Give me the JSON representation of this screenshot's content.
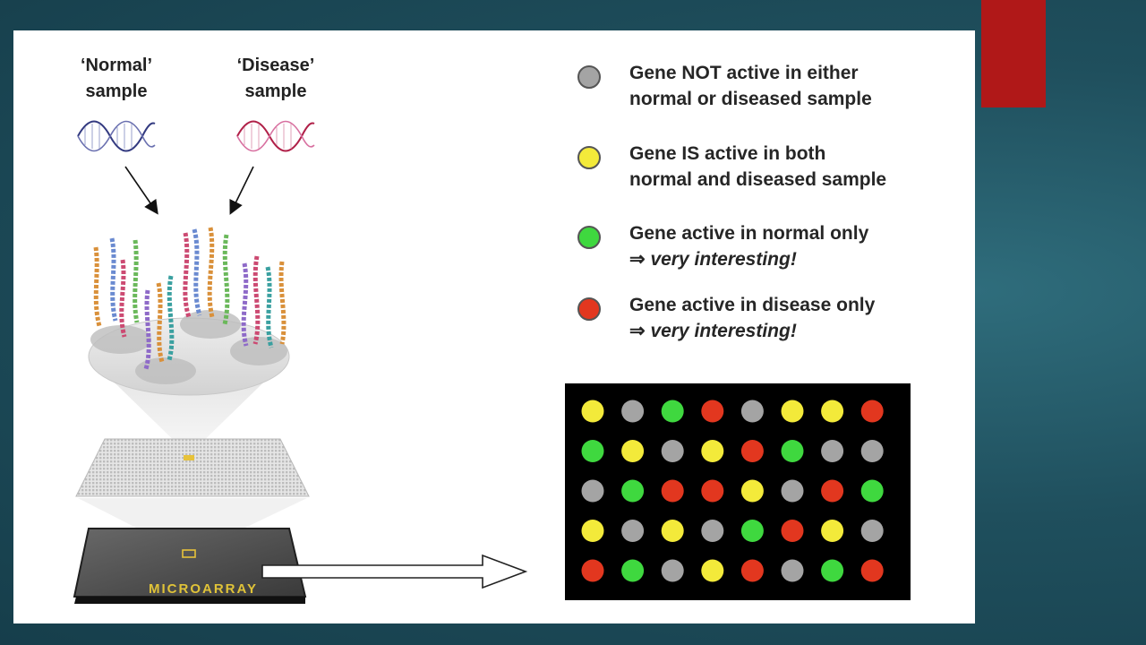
{
  "samples": {
    "normal": "‘Normal’\nsample",
    "disease": "‘Disease’\nsample"
  },
  "legend": [
    {
      "color": "#a4a4a4",
      "line1": "Gene NOT active in either",
      "line2": "normal or diseased sample",
      "note": ""
    },
    {
      "color": "#f3ea3a",
      "line1": "Gene IS active in both",
      "line2": "normal and diseased sample",
      "note": ""
    },
    {
      "color": "#3fd83f",
      "line1": "Gene active in normal only",
      "line2": "⇒ ",
      "note": "very interesting!"
    },
    {
      "color": "#e2371f",
      "line1": "Gene active in disease only",
      "line2": "⇒ ",
      "note": "very interesting!"
    }
  ],
  "chip_label": "MICROARRAY",
  "colors": {
    "gray": "#a4a4a4",
    "yellow": "#f3ea3a",
    "green": "#3fd83f",
    "red": "#e2371f",
    "accent": "#b01818"
  },
  "spot_grid": [
    [
      "yellow",
      "gray",
      "green",
      "red",
      "gray",
      "yellow",
      "yellow",
      "red"
    ],
    [
      "green",
      "yellow",
      "gray",
      "yellow",
      "red",
      "green",
      "gray",
      "gray"
    ],
    [
      "gray",
      "green",
      "red",
      "red",
      "yellow",
      "gray",
      "red",
      "green"
    ],
    [
      "yellow",
      "gray",
      "yellow",
      "gray",
      "green",
      "red",
      "yellow",
      "gray"
    ],
    [
      "red",
      "green",
      "gray",
      "yellow",
      "red",
      "gray",
      "green",
      "red"
    ]
  ]
}
